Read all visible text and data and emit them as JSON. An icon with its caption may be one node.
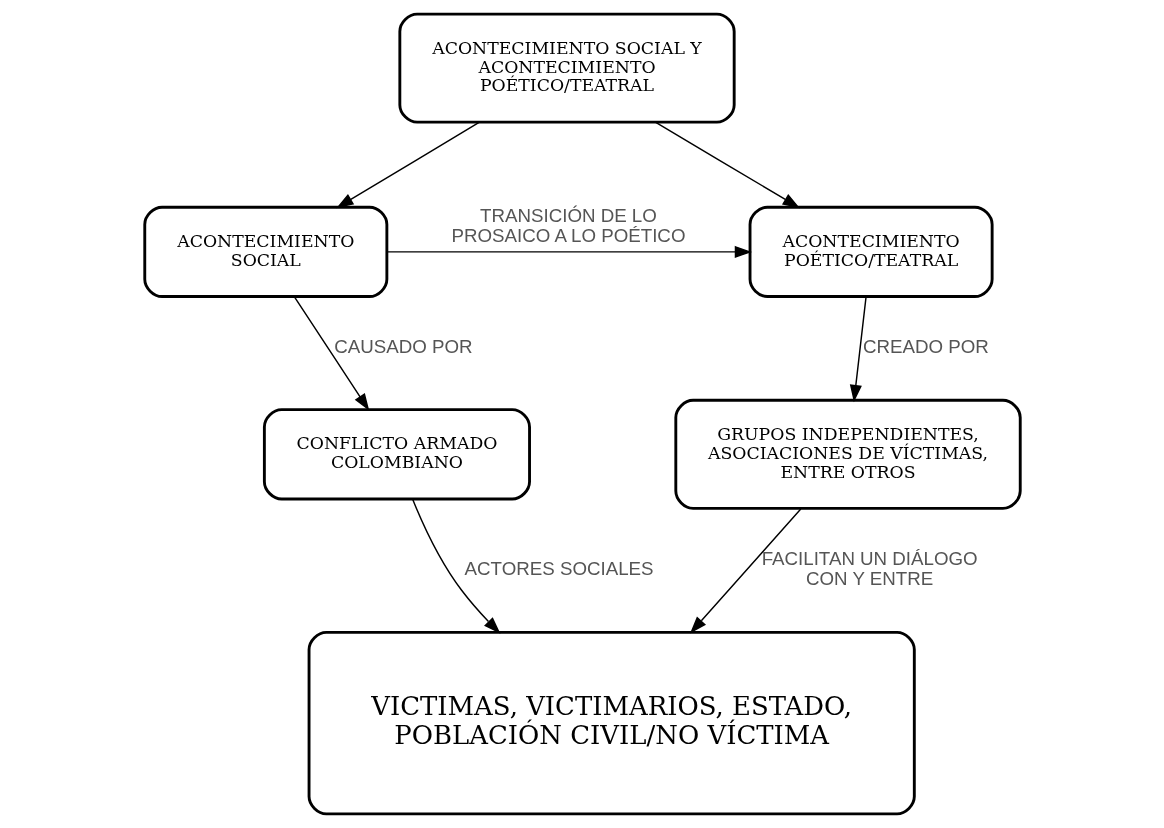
{
  "diagram": {
    "nodes": [
      {
        "text": [
          "ACONTECIMIENTO SOCIAL Y ACONTECIMIENTO POÉTICO/TEATRAL"
        ]
      },
      {
        "text": [
          "ACONTECIMIENTO SOCIAL"
        ]
      },
      {
        "text": [
          "ACONTECIMIENTO POÉTICO/TEATRAL"
        ]
      },
      {
        "text": [
          "CONFLICTO ARMADO COLOMBIANO"
        ]
      },
      {
        "text": [
          "GRUPOS INDEPENDIENTES, ASOCIACIONES DE VÍCTIMAS, ENTRE OTROS"
        ]
      },
      {
        "text": [
          "VICTIMAS, VICTIMARIOS, ESTADO, POBLACIÓN CIVIL/NO VÍCTIMA"
        ]
      }
    ],
    "edges": [
      {
        "from": 0,
        "to": 1,
        "arrow": "to"
      },
      {
        "from": 0,
        "to": 2,
        "arrow": "to"
      },
      {
        "from": 1,
        "to": 2,
        "arrow": "to",
        "label": "TRANSICIÓN DE LO PROSAICO A LO POÉTICO"
      },
      {
        "from": 1,
        "to": 3,
        "arrow": "to",
        "label": "CAUSADO POR"
      },
      {
        "from": 2,
        "to": 4,
        "arrow": "to",
        "label": "CREADO POR"
      },
      {
        "from": 3,
        "to": 5,
        "arrow": "to",
        "label": "ACTORES SOCIALES"
      },
      {
        "from": 4,
        "to": 5,
        "arrow": "to",
        "label": "FACILITAN UN DIÁLOGO CON Y ENTRE"
      }
    ]
  }
}
